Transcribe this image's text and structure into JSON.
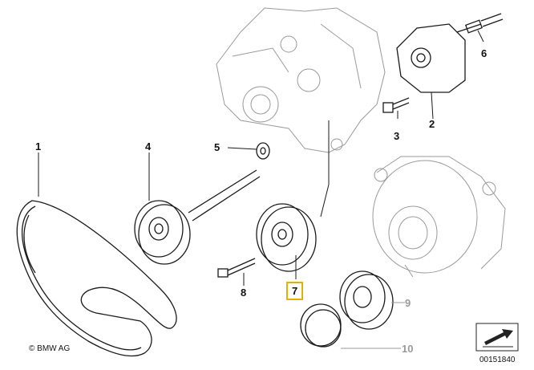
{
  "callouts": {
    "c1": "1",
    "c2": "2",
    "c3": "3",
    "c4": "4",
    "c5": "5",
    "c6": "6",
    "c7": "7",
    "c8": "8",
    "c9": "9",
    "c10": "10"
  },
  "footer": {
    "copyright": "© BMW AG",
    "document_number": "00151840"
  },
  "colors": {
    "line": "#1a1a1a",
    "ghost": "#9a9a9a",
    "highlight": "#e5b100"
  },
  "icons": {
    "corner": "arrow-tag-icon"
  }
}
